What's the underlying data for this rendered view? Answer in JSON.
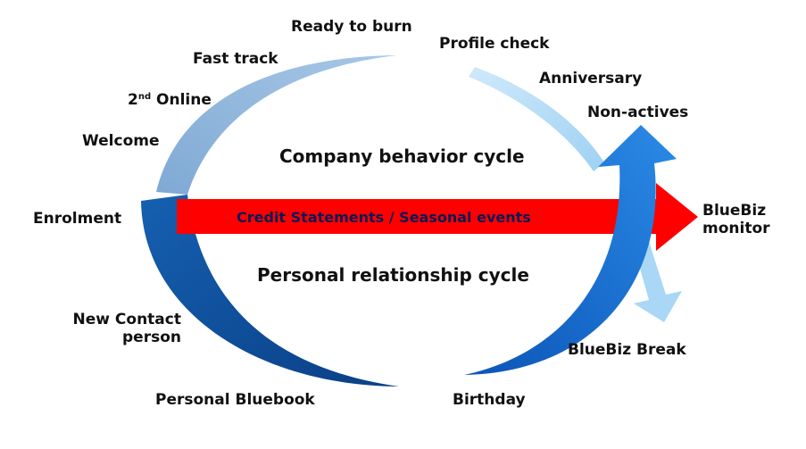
{
  "labels": {
    "ready_to_burn": "Ready to burn",
    "profile_check": "Profile check",
    "fast_track": "Fast track",
    "anniversary": "Anniversary",
    "second_online_ord": "2",
    "second_online_sup": "nd",
    "second_online_text": "Online",
    "non_actives": "Non-actives",
    "welcome": "Welcome",
    "enrolment": "Enrolment",
    "bluebiz_monitor_line1": "BlueBiz",
    "bluebiz_monitor_line2": "monitor",
    "new_contact_line1": "New Contact",
    "new_contact_line2": "person",
    "bluebiz_break": "BlueBiz Break",
    "personal_bluebook": "Personal Bluebook",
    "birthday": "Birthday"
  },
  "center": {
    "company_cycle": "Company behavior cycle",
    "personal_cycle": "Personal relationship cycle",
    "banner": "Credit Statements / Seasonal events"
  },
  "colors": {
    "top_arc": "#8fb4d9",
    "light_arc": "#a9d7f5",
    "dark_arc": "#0f4f9e",
    "right_arrow": "#1a73d9",
    "banner": "#ff0000"
  }
}
